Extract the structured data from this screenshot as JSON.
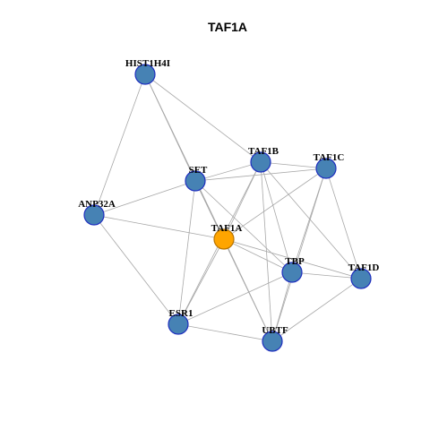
{
  "graph": {
    "title": "TAF1A",
    "colors": {
      "edge": "#a8a8a8",
      "node_fill": "#4682b4",
      "node_stroke": "#1f2fbf",
      "focus_fill": "#ffa500",
      "focus_stroke": "#b87300"
    },
    "nodes": [
      {
        "id": "HIST1H4I",
        "label": "HIST1H4I",
        "focus": false
      },
      {
        "id": "TAF1B",
        "label": "TAF1B",
        "focus": false
      },
      {
        "id": "TAF1C",
        "label": "TAF1C",
        "focus": false
      },
      {
        "id": "SET",
        "label": "SET",
        "focus": false
      },
      {
        "id": "ANP32A",
        "label": "ANP32A",
        "focus": false
      },
      {
        "id": "TAF1A",
        "label": "TAF1A",
        "focus": true
      },
      {
        "id": "TBP",
        "label": "TBP",
        "focus": false
      },
      {
        "id": "TAF1D",
        "label": "TAF1D",
        "focus": false
      },
      {
        "id": "ESR1",
        "label": "ESR1",
        "focus": false
      },
      {
        "id": "UBTF",
        "label": "UBTF",
        "focus": false
      }
    ],
    "edges": [
      [
        "HIST1H4I",
        "TAF1B"
      ],
      [
        "HIST1H4I",
        "ANP32A"
      ],
      [
        "HIST1H4I",
        "SET"
      ],
      [
        "HIST1H4I",
        "TAF1A"
      ],
      [
        "HIST1H4I",
        "UBTF"
      ],
      [
        "SET",
        "TAF1B"
      ],
      [
        "SET",
        "TAF1C"
      ],
      [
        "SET",
        "ANP32A"
      ],
      [
        "SET",
        "TAF1A"
      ],
      [
        "SET",
        "TBP"
      ],
      [
        "SET",
        "ESR1"
      ],
      [
        "SET",
        "UBTF"
      ],
      [
        "TAF1B",
        "TAF1C"
      ],
      [
        "TAF1B",
        "TAF1A"
      ],
      [
        "TAF1B",
        "TBP"
      ],
      [
        "TAF1B",
        "TAF1D"
      ],
      [
        "TAF1B",
        "ESR1"
      ],
      [
        "TAF1B",
        "UBTF"
      ],
      [
        "TAF1C",
        "TAF1A"
      ],
      [
        "TAF1C",
        "TBP"
      ],
      [
        "TAF1C",
        "TAF1D"
      ],
      [
        "TAF1C",
        "UBTF"
      ],
      [
        "ANP32A",
        "TAF1A"
      ],
      [
        "ANP32A",
        "ESR1"
      ],
      [
        "TAF1A",
        "TBP"
      ],
      [
        "TAF1A",
        "TAF1D"
      ],
      [
        "TAF1A",
        "ESR1"
      ],
      [
        "TAF1A",
        "UBTF"
      ],
      [
        "TBP",
        "TAF1D"
      ],
      [
        "TBP",
        "ESR1"
      ],
      [
        "TBP",
        "UBTF"
      ],
      [
        "TAF1D",
        "UBTF"
      ],
      [
        "ESR1",
        "UBTF"
      ]
    ]
  }
}
